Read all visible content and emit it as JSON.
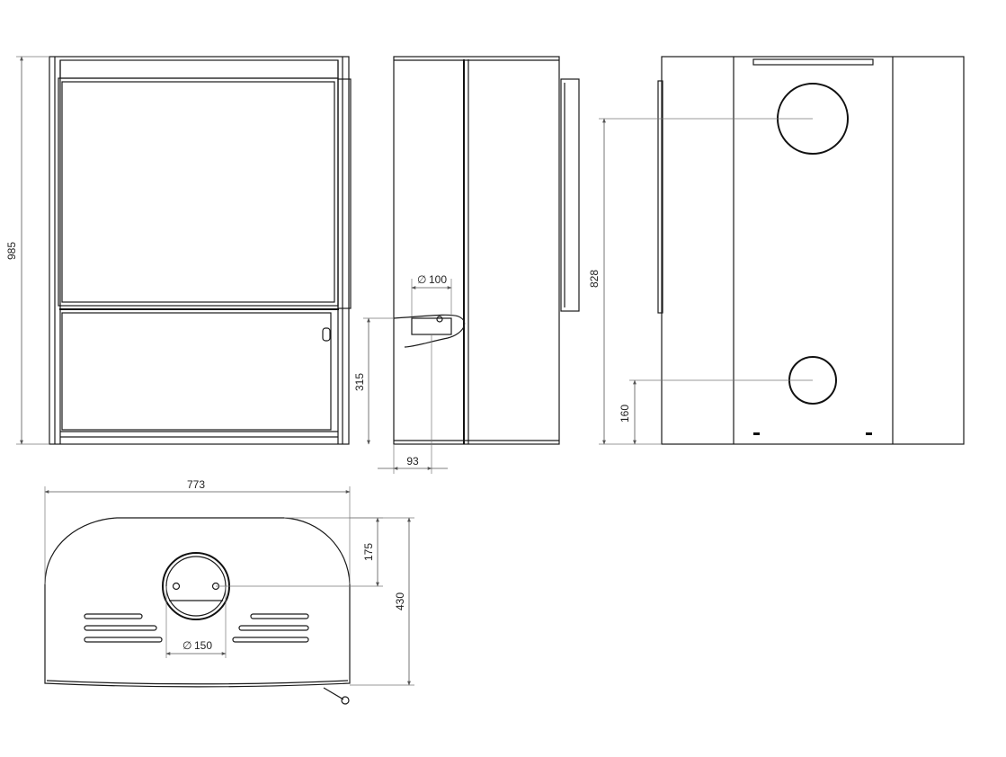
{
  "dimensions": {
    "height": "985",
    "duct_diameter_side": "100",
    "duct_height": "315",
    "duct_offset": "93",
    "rear_upper_height": "828",
    "rear_lower_height": "160",
    "width": "773",
    "flue_offset": "175",
    "depth": "430",
    "flue_diameter": "150"
  },
  "symbols": {
    "diameter": "∅"
  }
}
